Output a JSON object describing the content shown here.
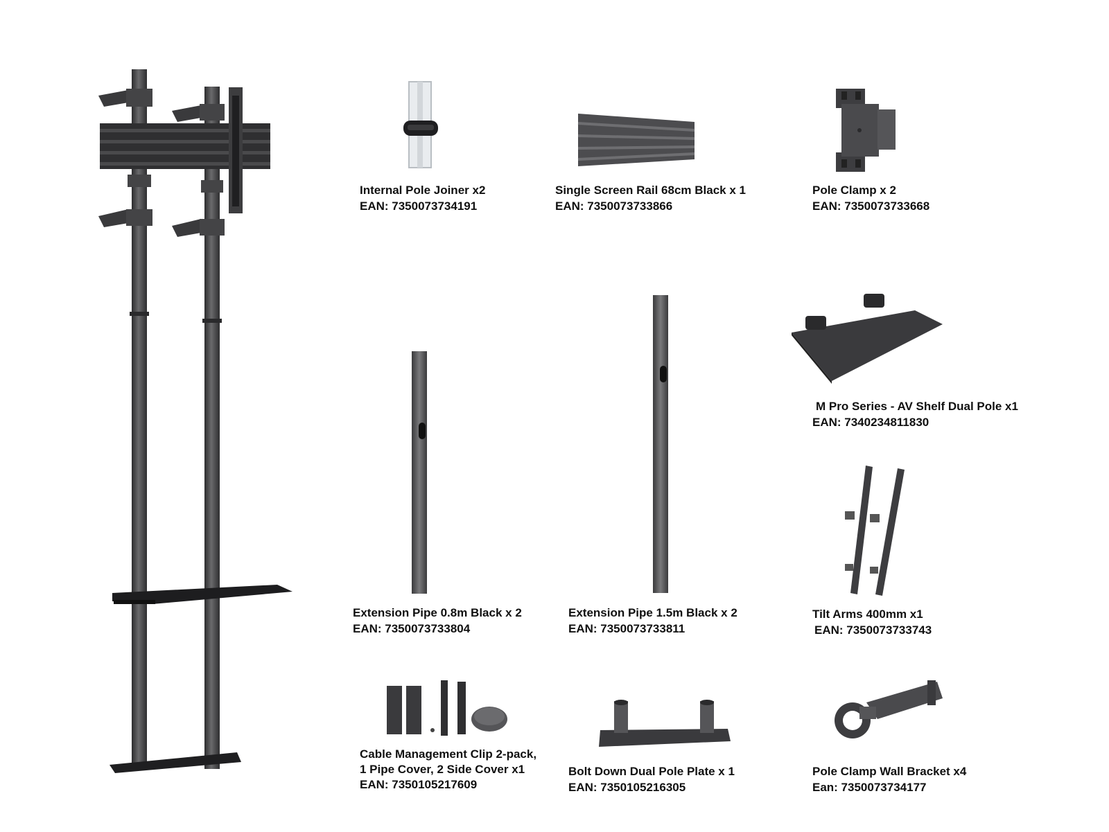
{
  "colors": {
    "metal_dark": "#3b3b3d",
    "metal_mid": "#5a5a5c",
    "metal_light": "#7a7a7c",
    "joiner_white": "#e9ecef"
  },
  "parts": [
    {
      "id": "internal-pole-joiner",
      "name": "Internal Pole Joiner x2",
      "ean": "EAN: 7350073734191",
      "icon": "pole-joiner-icon"
    },
    {
      "id": "single-screen-rail",
      "name": "Single Screen Rail 68cm Black x 1",
      "ean": "EAN: 7350073733866",
      "icon": "screen-rail-icon"
    },
    {
      "id": "pole-clamp",
      "name": "Pole Clamp x 2",
      "ean": "EAN: 7350073733668",
      "icon": "pole-clamp-icon"
    },
    {
      "id": "av-shelf",
      "name": "M Pro Series - AV Shelf Dual Pole x1",
      "ean": "EAN: 7340234811830",
      "icon": "av-shelf-icon"
    },
    {
      "id": "extension-pipe-08",
      "name": "Extension Pipe 0.8m Black x 2",
      "ean": "EAN: 7350073733804",
      "icon": "extension-pipe-icon"
    },
    {
      "id": "extension-pipe-15",
      "name": "Extension Pipe 1.5m Black x 2",
      "ean": "EAN: 7350073733811",
      "icon": "extension-pipe-icon"
    },
    {
      "id": "tilt-arms",
      "name": "Tilt Arms 400mm x1",
      "ean": "EAN: 7350073733743",
      "icon": "tilt-arms-icon"
    },
    {
      "id": "cable-management",
      "name": "Cable Management Clip 2-pack,",
      "name2": "1 Pipe Cover, 2 Side Cover x1",
      "ean": "EAN: 7350105217609",
      "icon": "cable-clip-icon"
    },
    {
      "id": "bolt-down-plate",
      "name": "Bolt Down Dual Pole Plate x 1",
      "ean": "EAN: 7350105216305",
      "icon": "floor-plate-icon"
    },
    {
      "id": "pole-clamp-wall-bracket",
      "name": "Pole Clamp Wall Bracket x4",
      "ean": "Ean:  7350073734177",
      "icon": "wall-bracket-icon"
    }
  ]
}
